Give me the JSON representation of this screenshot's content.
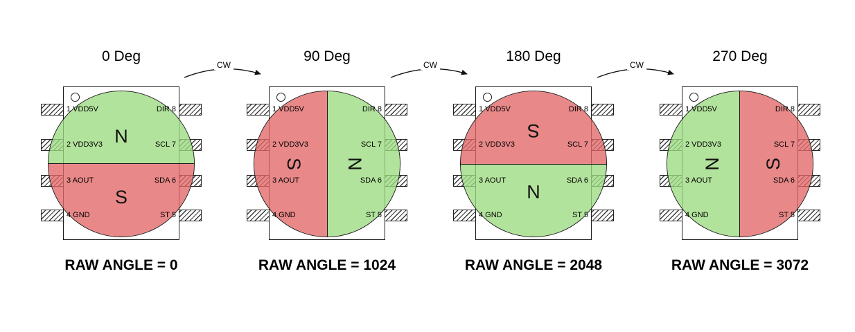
{
  "diagram": {
    "arrow_label": "CW"
  },
  "colors": {
    "magnet_north_fill": "rgba(156,219,128,0.78)",
    "magnet_south_fill": "rgba(226,102,102,0.78)",
    "magnet_north_hex_on_white": "#b2e39c",
    "magnet_south_hex_on_white": "#e88888"
  },
  "chip": {
    "left_pins": [
      "1 VDD5V",
      "2 VDD3V3",
      "3 AOUT",
      "4 GND"
    ],
    "right_pins": [
      "DIR 8",
      "SCL 7",
      "SDA 6",
      "ST 5"
    ]
  },
  "magnet": {
    "north_label": "N",
    "south_label": "S"
  },
  "modules": [
    {
      "title": "0 Deg",
      "rotation": 0,
      "raw_angle_label": "RAW ANGLE = 0"
    },
    {
      "title": "90 Deg",
      "rotation": 90,
      "raw_angle_label": "RAW ANGLE = 1024"
    },
    {
      "title": "180 Deg",
      "rotation": 180,
      "raw_angle_label": "RAW ANGLE = 2048"
    },
    {
      "title": "270 Deg",
      "rotation": 270,
      "raw_angle_label": "RAW ANGLE = 3072"
    }
  ]
}
